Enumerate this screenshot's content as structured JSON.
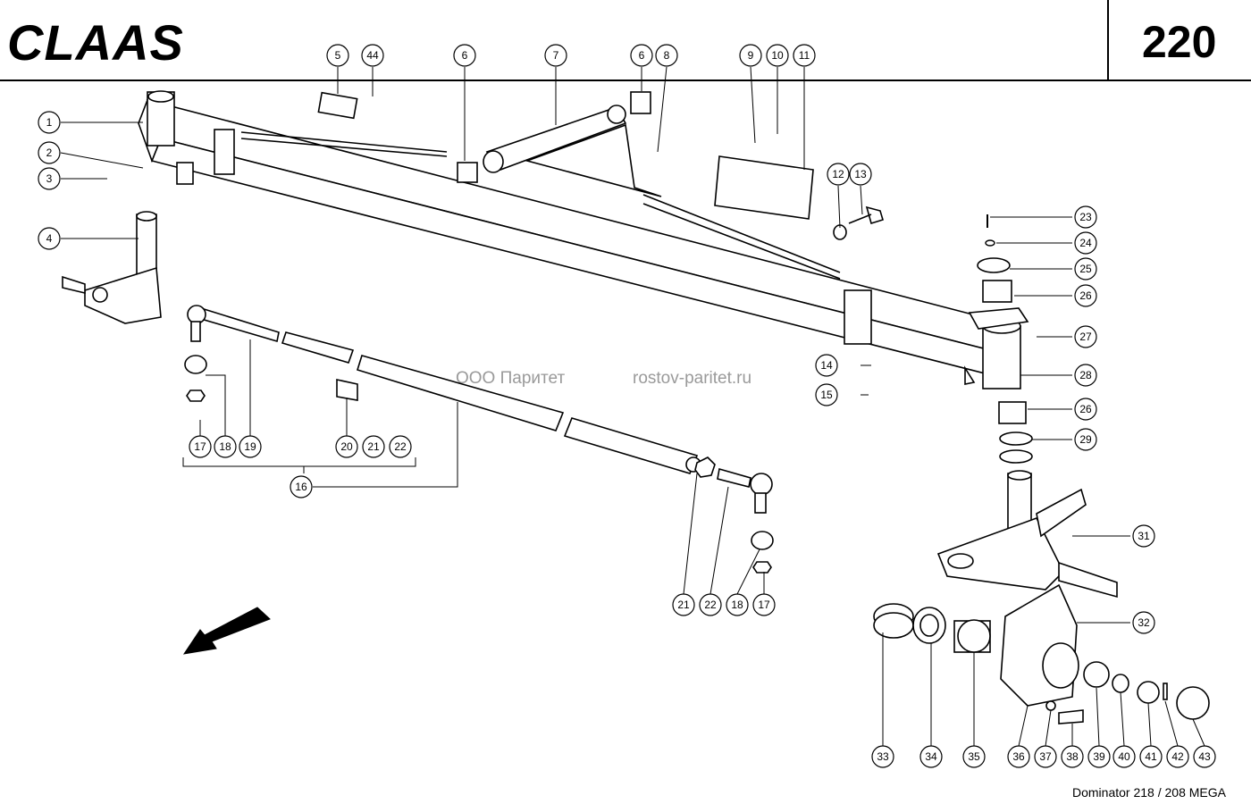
{
  "header": {
    "brand": "CLAAS",
    "page_number": "220"
  },
  "watermark": {
    "company": "ООО Паритет",
    "site": "rostov-paritet.ru"
  },
  "footer": {
    "model": "Dominator 218 / 208 MEGA"
  },
  "callouts": [
    "1",
    "2",
    "3",
    "4",
    "5",
    "44",
    "6",
    "7",
    "6",
    "8",
    "9",
    "10",
    "11",
    "12",
    "13",
    "23",
    "24",
    "25",
    "26",
    "27",
    "14",
    "28",
    "15",
    "26",
    "29",
    "17",
    "18",
    "19",
    "20",
    "21",
    "22",
    "16",
    "31",
    "21",
    "22",
    "18",
    "17",
    "32",
    "33",
    "34",
    "35",
    "36",
    "37",
    "38",
    "39",
    "40",
    "41",
    "42",
    "43"
  ]
}
